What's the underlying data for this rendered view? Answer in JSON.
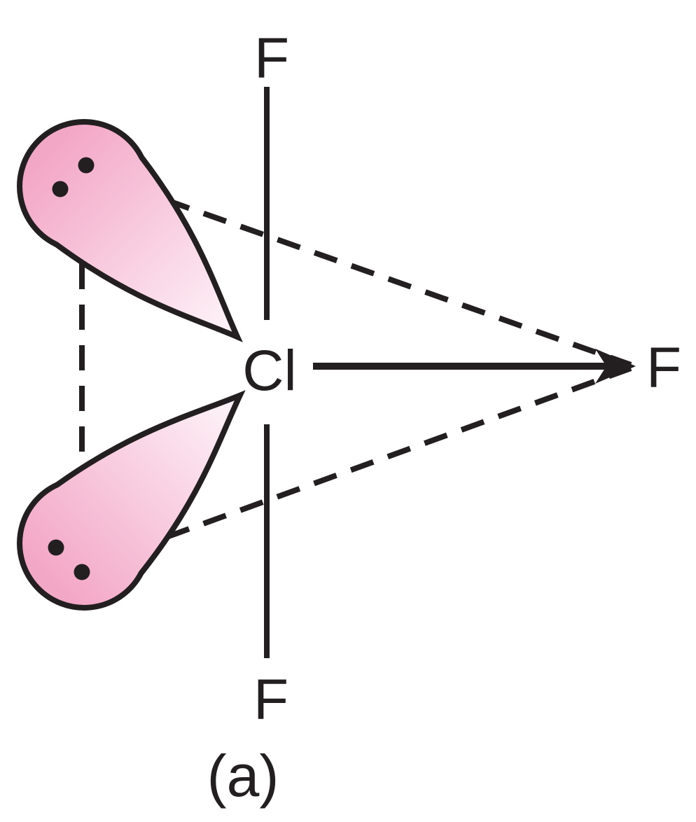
{
  "figure": {
    "caption": "(a)",
    "atoms": {
      "central": "Cl",
      "axial_top": "F",
      "axial_bottom": "F",
      "equatorial_right": "F"
    },
    "lone_pairs": {
      "lobe_count": 2,
      "dots_per_lobe": 2
    },
    "colors": {
      "ink": "#231f20",
      "lobe_pink": "#f3a7c7",
      "lobe_pale": "#fdf1f7",
      "background": "#ffffff"
    }
  }
}
